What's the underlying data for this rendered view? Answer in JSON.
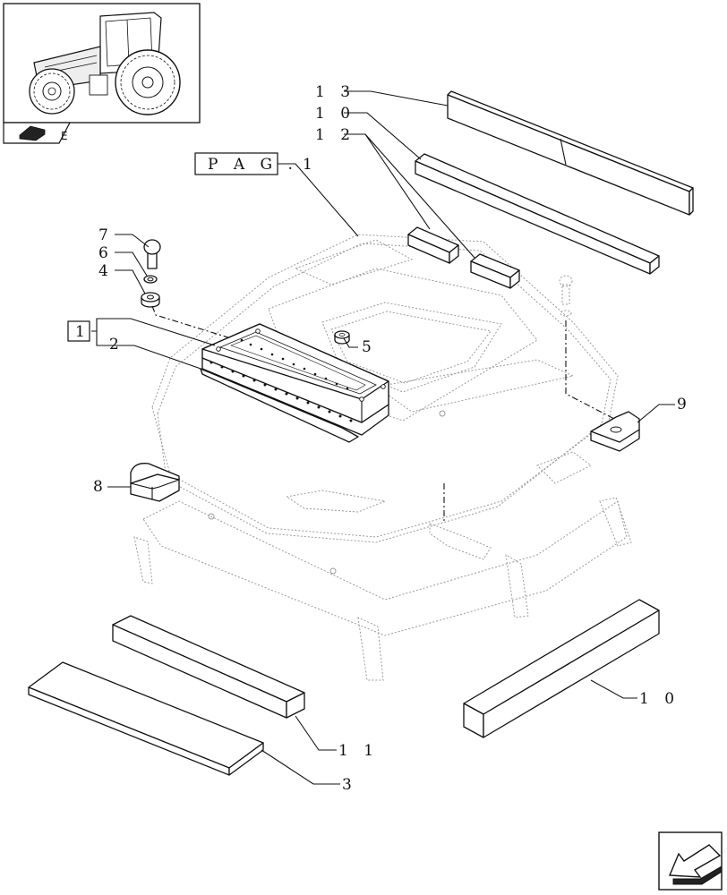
{
  "labels": {
    "l13": "1 3",
    "l10a": "1 0",
    "l12": "1 2",
    "pag": "P A G .",
    "l1": "1",
    "l7": "7",
    "l6": "6",
    "l4": "4",
    "box1": "1",
    "l2": "2",
    "l5": "5",
    "l9": "9",
    "l8": "8",
    "l10b": "1 0",
    "l11": "1 1",
    "l3": "3"
  },
  "thumbnail_icons": {
    "tractor": "tractor-thumbnail",
    "book": "book-icon"
  },
  "nav_icon": "next-page-arrow-icon"
}
